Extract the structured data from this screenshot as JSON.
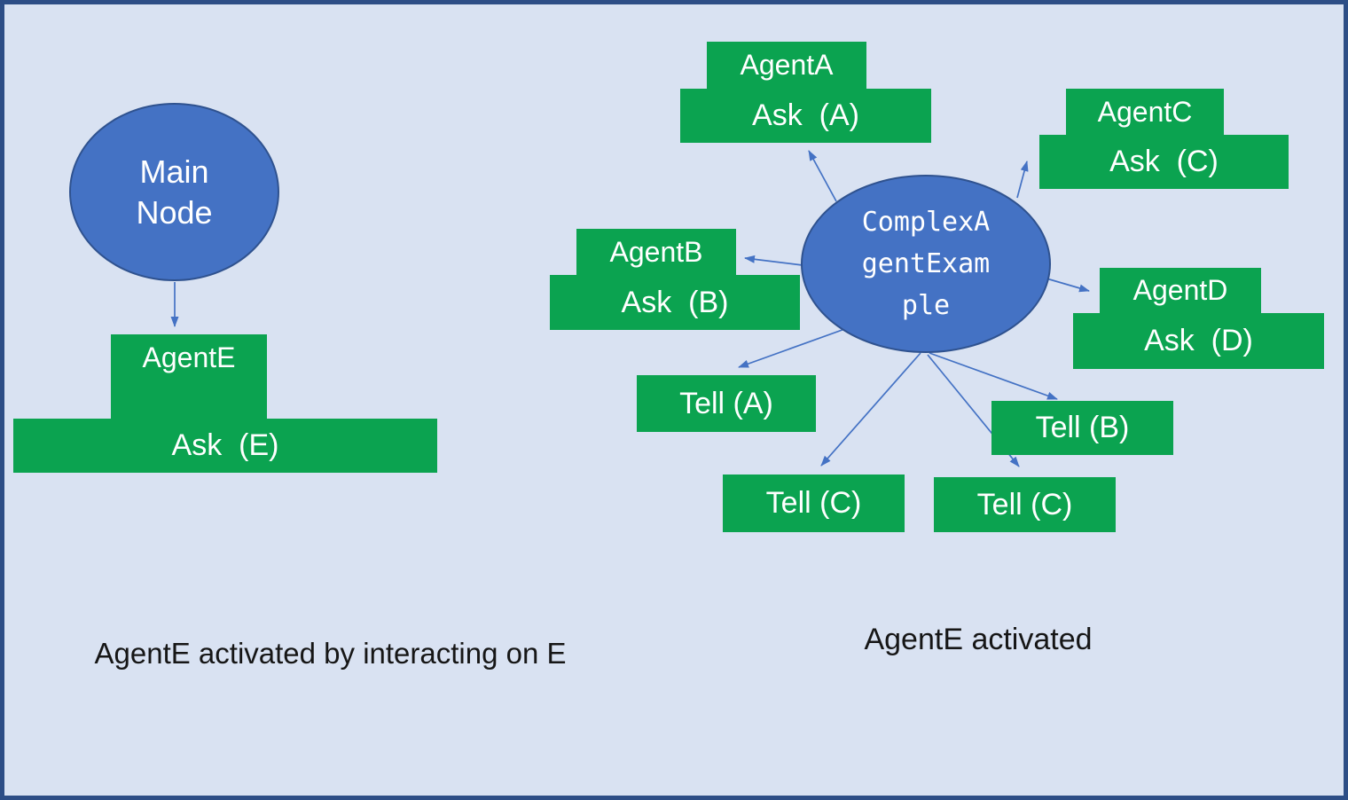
{
  "colors": {
    "background": "#d9e2f2",
    "frame_border": "#2d4e86",
    "green_node": "#0ba350",
    "blue_node": "#4472c4",
    "blue_node_border": "#2f528f",
    "arrow": "#4472c4",
    "node_text": "#ffffff",
    "caption_text": "#161616"
  },
  "left_panel": {
    "main_node": {
      "line1": "Main",
      "line2": "Node"
    },
    "agent_box": {
      "name": "AgentE",
      "ask": "Ask  (E)"
    },
    "caption": "AgentE activated by interacting on E"
  },
  "right_panel": {
    "center_node": {
      "line1": "ComplexA",
      "line2": "gentExam",
      "line3": "ple"
    },
    "ask_boxes": [
      {
        "name": "AgentA",
        "ask": "Ask  (A)"
      },
      {
        "name": "AgentB",
        "ask": "Ask  (B)"
      },
      {
        "name": "AgentC",
        "ask": "Ask  (C)"
      },
      {
        "name": "AgentD",
        "ask": "Ask  (D)"
      }
    ],
    "tell_boxes": [
      {
        "label": "Tell (A)"
      },
      {
        "label": "Tell (B)"
      },
      {
        "label": "Tell (C)"
      },
      {
        "label": "Tell (C)"
      }
    ],
    "caption": "AgentE activated"
  }
}
